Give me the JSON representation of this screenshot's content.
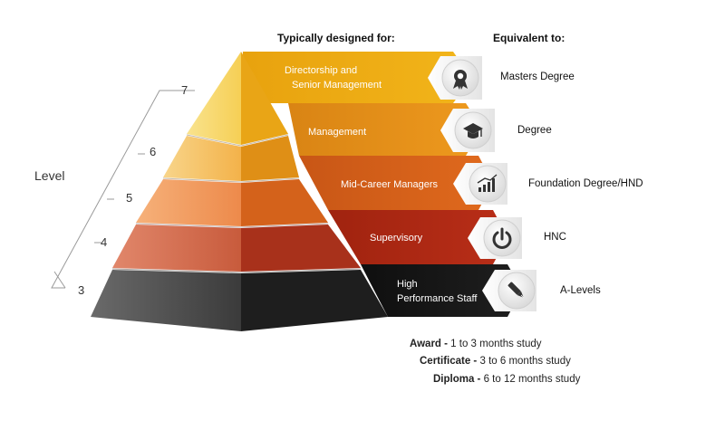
{
  "headers": {
    "designed_for": "Typically designed for:",
    "equivalent_to": "Equivalent to:"
  },
  "level_axis": {
    "title": "Level",
    "levels": [
      "7",
      "6",
      "5",
      "4",
      "3"
    ]
  },
  "tiers": [
    {
      "level": "7",
      "designed_for_line1": "Directorship and",
      "designed_for_line2": "Senior Management",
      "equivalent": "Masters Degree",
      "icon": "award-rosette-icon",
      "color": "#f2b51a"
    },
    {
      "level": "6",
      "designed_for": "Management",
      "equivalent": "Degree",
      "icon": "graduation-cap-icon",
      "color": "#ee9a1e"
    },
    {
      "level": "5",
      "designed_for": "Mid-Career Managers",
      "equivalent": "Foundation Degree/HND",
      "icon": "bar-chart-icon",
      "color": "#e06a1d"
    },
    {
      "level": "4",
      "designed_for": "Supervisory",
      "equivalent": "HNC",
      "icon": "power-icon",
      "color": "#b92e18"
    },
    {
      "level": "3",
      "designed_for_line1": "High",
      "designed_for_line2": "Performance Staff",
      "equivalent": "A-Levels",
      "icon": "pen-icon",
      "color": "#1f1f1f"
    }
  ],
  "notes": [
    {
      "label": "Award -",
      "text": " 1 to 3 months study"
    },
    {
      "label": "Certificate -",
      "text": " 3 to 6 months study"
    },
    {
      "label": "Diploma -",
      "text": " 6 to 12 months study"
    }
  ]
}
